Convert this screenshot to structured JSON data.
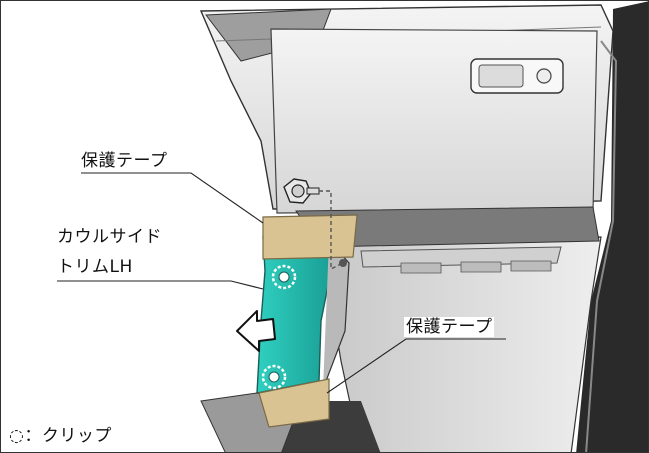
{
  "labels": {
    "protective_tape_upper": "保護テープ",
    "cowl_side_trim_line1": "カウルサイド",
    "cowl_side_trim_line2": "トリムLH",
    "protective_tape_lower": "保護テープ",
    "clip_legend_symbol": "◌",
    "clip_legend_text": "：クリップ"
  },
  "colors": {
    "protective_tape": "#d9c392",
    "cowl_side_trim": "#2ec4b6",
    "dashboard_light": "#eeeeee",
    "dashboard_mid": "#bdbdbd",
    "dashboard_dark": "#3a3a3a",
    "outline": "#222222"
  },
  "icons": [
    "clip-icon",
    "bolt-icon",
    "removal-direction-arrow-icon"
  ]
}
